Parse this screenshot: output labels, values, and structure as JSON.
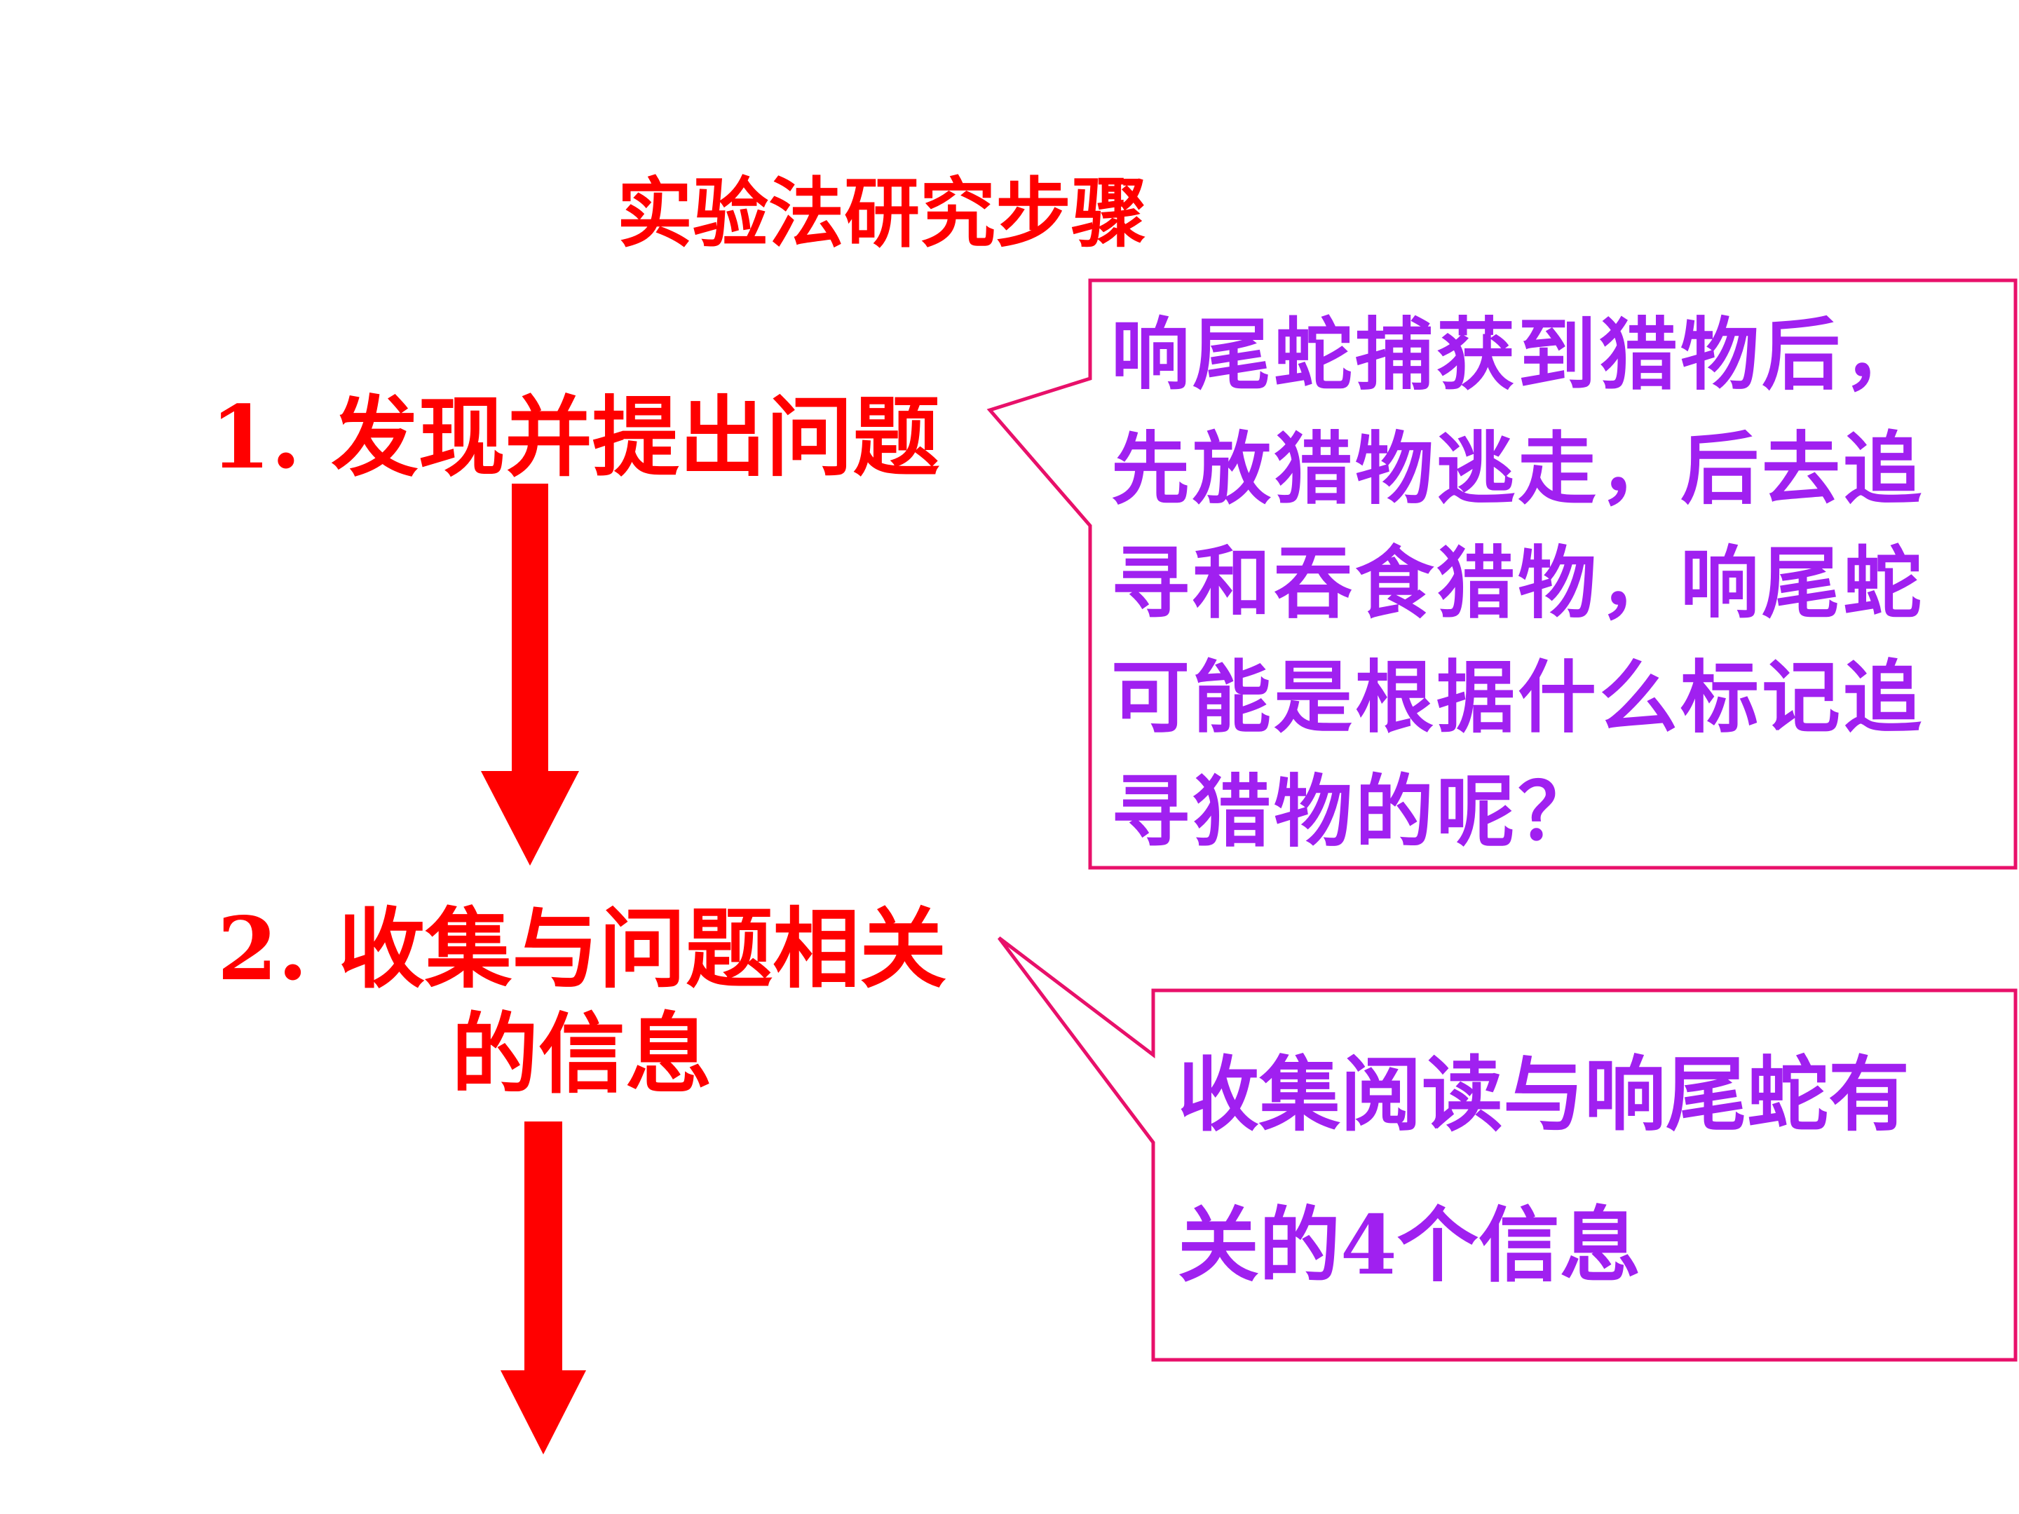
{
  "title": "实验法研究步骤",
  "steps": [
    {
      "label": "1. 发现并提出问题"
    },
    {
      "label_line1": "2. 收集与问题相关",
      "label_line2": "的信息"
    }
  ],
  "callouts": [
    {
      "text": "响尾蛇捕获到猎物后，先放猎物逃走，后去追寻和吞食猎物，响尾蛇可能是根据什么标记追寻猎物的呢？"
    },
    {
      "text_line1": "收集阅读与响尾蛇有",
      "text_line2": "关的4个信息"
    }
  ],
  "colors": {
    "step_text": "#ff0000",
    "arrow": "#ff0000",
    "callout_text": "#a020f0",
    "callout_border": "#e8106a"
  }
}
